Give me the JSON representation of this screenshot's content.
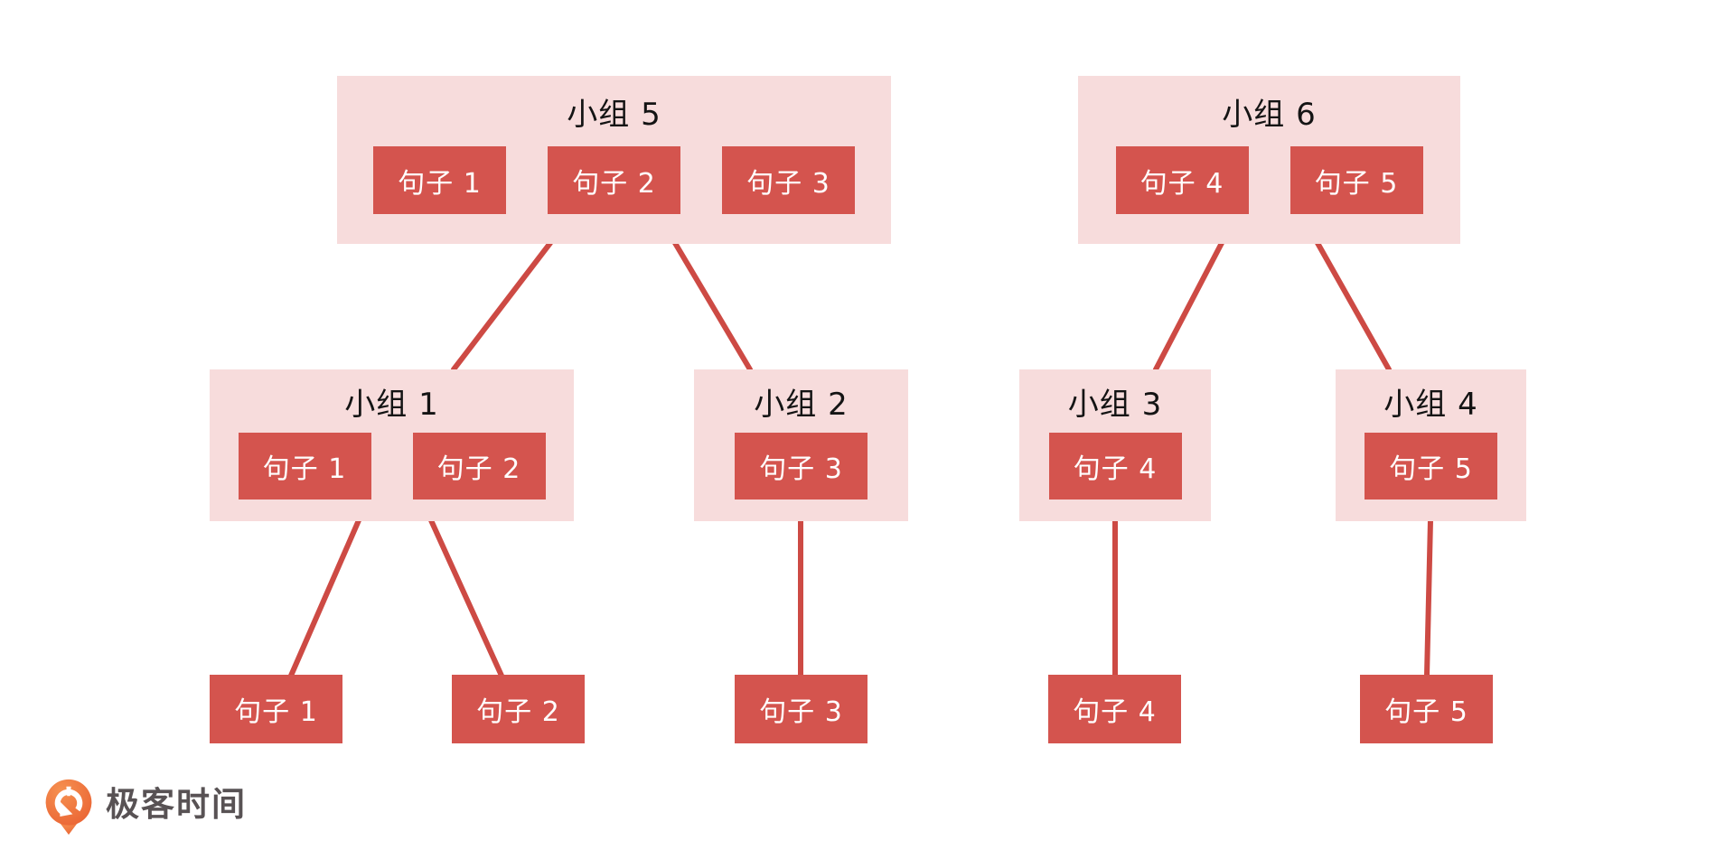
{
  "palette": {
    "page_background": "#ffffff",
    "group_background": "#f7dcdc",
    "chip_background": "#d4544e",
    "chip_text": "#ffffff",
    "title_text": "#141414",
    "edge_line": "#cd4a44",
    "logo_orange": "#ee703d",
    "logo_text_color": "#585254"
  },
  "diagram": {
    "top_groups": [
      {
        "id": "group-5",
        "title": "小组 5",
        "sentences": [
          "句子 1",
          "句子 2",
          "句子 3"
        ]
      },
      {
        "id": "group-6",
        "title": "小组 6",
        "sentences": [
          "句子 4",
          "句子 5"
        ]
      }
    ],
    "mid_groups": [
      {
        "id": "group-1",
        "title": "小组 1",
        "sentences": [
          "句子 1",
          "句子 2"
        ]
      },
      {
        "id": "group-2",
        "title": "小组 2",
        "sentences": [
          "句子 3"
        ]
      },
      {
        "id": "group-3",
        "title": "小组 3",
        "sentences": [
          "句子 4"
        ]
      },
      {
        "id": "group-4",
        "title": "小组 4",
        "sentences": [
          "句子 5"
        ]
      }
    ],
    "leaf_sentences": [
      "句子 1",
      "句子 2",
      "句子 3",
      "句子 4",
      "句子 5"
    ],
    "edges": [
      {
        "from": "group-5",
        "to": "group-1"
      },
      {
        "from": "group-5",
        "to": "group-2"
      },
      {
        "from": "group-6",
        "to": "group-3"
      },
      {
        "from": "group-6",
        "to": "group-4"
      },
      {
        "from": "group-1",
        "to": "sentence-1"
      },
      {
        "from": "group-1",
        "to": "sentence-2"
      },
      {
        "from": "group-2",
        "to": "sentence-3"
      },
      {
        "from": "group-3",
        "to": "sentence-4"
      },
      {
        "from": "group-4",
        "to": "sentence-5"
      }
    ]
  },
  "footer": {
    "logo_icon": "geektime-pin-icon",
    "logo_text": "极客时间"
  }
}
